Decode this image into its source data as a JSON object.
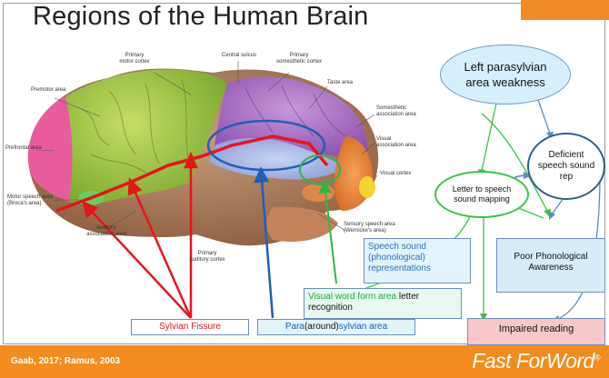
{
  "title": "Regions of the Human Brain",
  "footer": {
    "citation": "Gaab, 2017; Ramus, 2003",
    "brand": "Fast ForWord",
    "trademark": "®"
  },
  "brain_labels": {
    "primary_motor_cortex": "Primary\nmotor cortex",
    "central_sulcus": "Central sulcus",
    "primary_somesthetic_cortex": "Primary\nsomesthetic cortex",
    "premotor_area": "Premotor area",
    "taste_area": "Taste area",
    "somesthetic_association_area": "Somesthetic\nassociation area",
    "prefrontal_area": "Prefrontal area",
    "visual_association_area": "Visual\nassociation area",
    "visual_cortex": "Visual cortex",
    "motor_speech_area": "Motor speech area\n(Broca's area)",
    "auditory_association_area": "Auditory\nassociation area",
    "primary_auditory_cortex": "Primary\nauditory cortex",
    "sensory_speech_area": "Sensory speech area\n(Wernicke's area)"
  },
  "boxes": {
    "sylvian_fissure": "Sylvian Fissure",
    "parasylvian_prefix": "Para",
    "parasylvian_middle": "(around)",
    "parasylvian_suffix": "sylvian area",
    "speech_sound": "Speech sound (phonological) representations",
    "visual_word_form_green": "Visual word form area ",
    "visual_word_form_dark": "letter recognition",
    "poor_phonological": "Poor Phonological Awareness",
    "impaired_reading": "Impaired reading"
  },
  "nodes": {
    "left_parasylvian": "Left parasylvian\narea weakness",
    "deficient_speech": "Deficient\nspeech sound\nrep",
    "letter_to_speech": "Letter to speech\nsound mapping"
  },
  "colors": {
    "accent_orange": "#f28c1e",
    "fissure_red": "#e8141b",
    "para_blue": "#1a5fa8",
    "vwfa_green": "#1aab3e",
    "node_blue": "#2e5e8c",
    "arrow_blue": "#5b8bc4",
    "arrow_green": "#3cc24a"
  }
}
